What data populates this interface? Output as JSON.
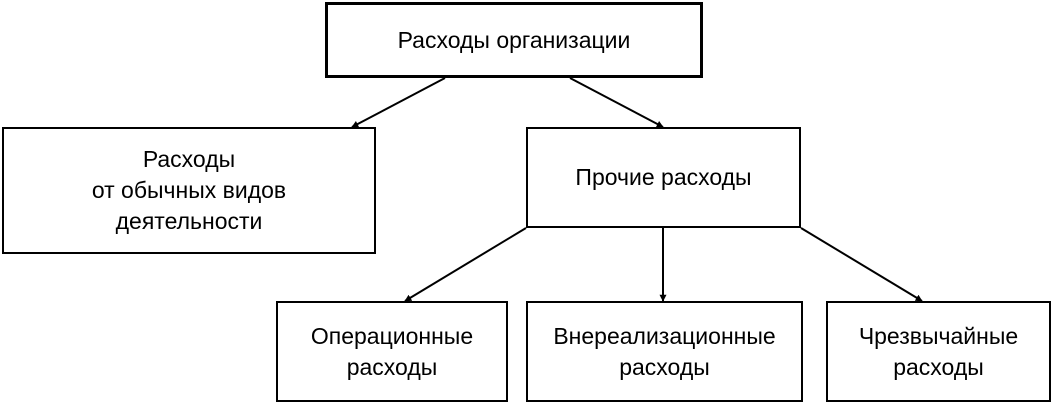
{
  "diagram": {
    "nodes": {
      "root": "Расходы организации",
      "normal": "Расходы\nот обычных видов\nдеятельности",
      "other": "Прочие расходы",
      "operating": "Операционные\nрасходы",
      "non_operating": "Внереализационные\nрасходы",
      "extraordinary": "Чрезвычайные\nрасходы"
    },
    "edges": [
      {
        "from": "root",
        "to": "normal"
      },
      {
        "from": "root",
        "to": "other"
      },
      {
        "from": "other",
        "to": "operating"
      },
      {
        "from": "other",
        "to": "non_operating"
      },
      {
        "from": "other",
        "to": "extraordinary"
      }
    ],
    "colors": {
      "line": "#000000",
      "box_border": "#000000",
      "background": "#ffffff"
    }
  }
}
